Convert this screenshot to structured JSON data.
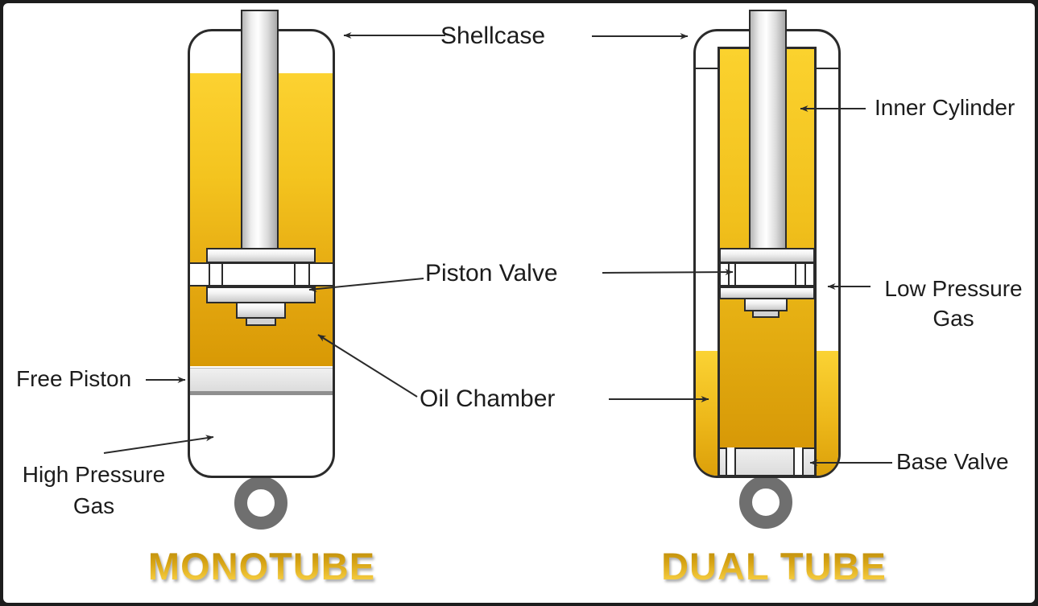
{
  "labels": {
    "shellcase": "Shellcase",
    "inner_cylinder": "Inner Cylinder",
    "piston_valve": "Piston Valve",
    "low_pressure_gas": "Low Pressure\nGas",
    "oil_chamber": "Oil Chamber",
    "free_piston": "Free Piston",
    "high_pressure_gas": "High Pressure\nGas",
    "base_valve": "Base Valve"
  },
  "titles": {
    "monotube": "MONOTUBE",
    "dual_tube": "DUAL TUBE"
  },
  "colors": {
    "oil_yellow_top": "#FCD231",
    "oil_amber_bottom": "#D89905",
    "title_gold_dark": "#B8880A",
    "title_gold_light": "#FFD94F",
    "ring_gray": "#6F6F6F",
    "outline": "#2B2B2B",
    "label_text": "#1C1C1C",
    "metal_light": "#F1F1F1"
  }
}
